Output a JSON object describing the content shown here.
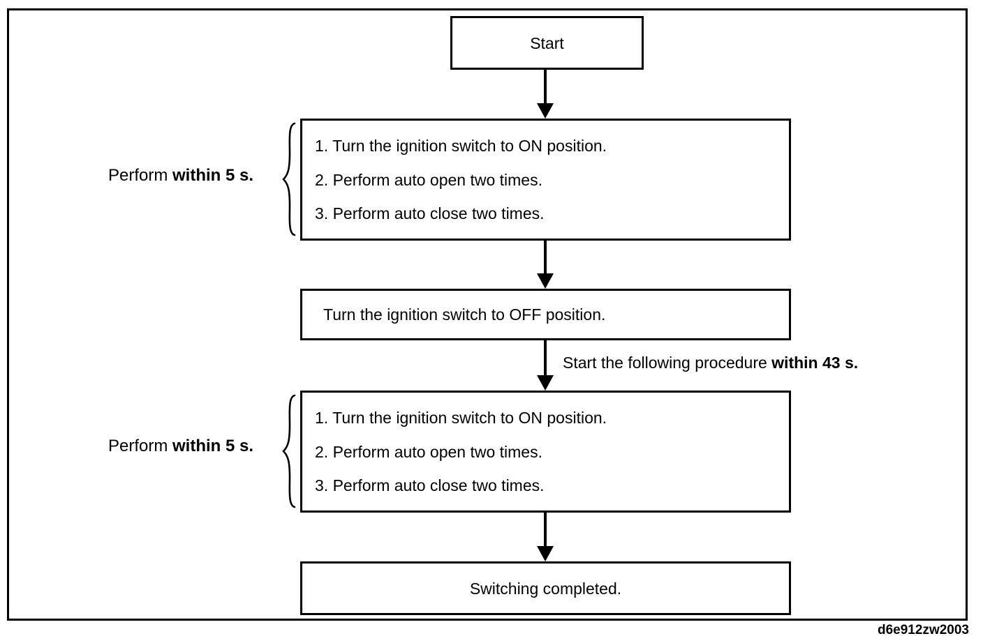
{
  "colors": {
    "line": "#000000",
    "background": "#ffffff"
  },
  "flow": {
    "start_box": {
      "label": "Start"
    },
    "step_box_1": {
      "items": [
        "1. Turn the ignition switch to ON position.",
        "2. Perform auto open two times.",
        "3. Perform auto close two times."
      ]
    },
    "annotation_1": {
      "prefix": "Perform ",
      "bold": "within 5 s."
    },
    "off_box": {
      "label": "Turn the ignition switch to OFF position."
    },
    "timing_note": {
      "prefix": "Start the following procedure ",
      "bold": "within 43 s."
    },
    "step_box_2": {
      "items": [
        "1. Turn the ignition switch to ON position.",
        "2. Perform auto open two times.",
        "3. Perform auto close two times."
      ]
    },
    "annotation_2": {
      "prefix": "Perform ",
      "bold": "within 5 s."
    },
    "end_box": {
      "label": "Switching completed."
    }
  },
  "footer": {
    "figure_code": "d6e912zw2003"
  }
}
